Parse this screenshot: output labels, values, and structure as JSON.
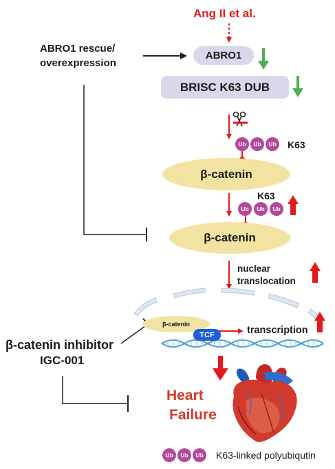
{
  "trigger": {
    "label": "Ang II et al."
  },
  "rescue": {
    "line1": "ABRO1 rescue/",
    "line2": "overexpression"
  },
  "abro1": {
    "label": "ABRO1"
  },
  "brisc": {
    "label": "BRISC K63 DUB"
  },
  "ub_label": "Ub",
  "k63_top": "K63",
  "k63_mid": "K63",
  "beta_catenin_1": "β-catenin",
  "beta_catenin_2": "β-catenin",
  "nuclear": {
    "line1": "nuclear",
    "line2": "translocation"
  },
  "nucleus_catenin": "β-catenin",
  "tcf": "TCF",
  "transcription": "transcription",
  "inhibitor": {
    "line1": "β-catenin inhibitor",
    "line2": "IGC-001"
  },
  "heart_failure": {
    "line1": "Heart",
    "line2": "Failure"
  },
  "legend": {
    "label": "K63-linked polyubiqutin"
  },
  "colors": {
    "red": "#e31a1c",
    "green": "#4caf50",
    "pill_bg": "#d9d8ea",
    "ellipse": "#f3e3a3",
    "ub": "#b5489b",
    "tcf": "#1f5fd6"
  }
}
